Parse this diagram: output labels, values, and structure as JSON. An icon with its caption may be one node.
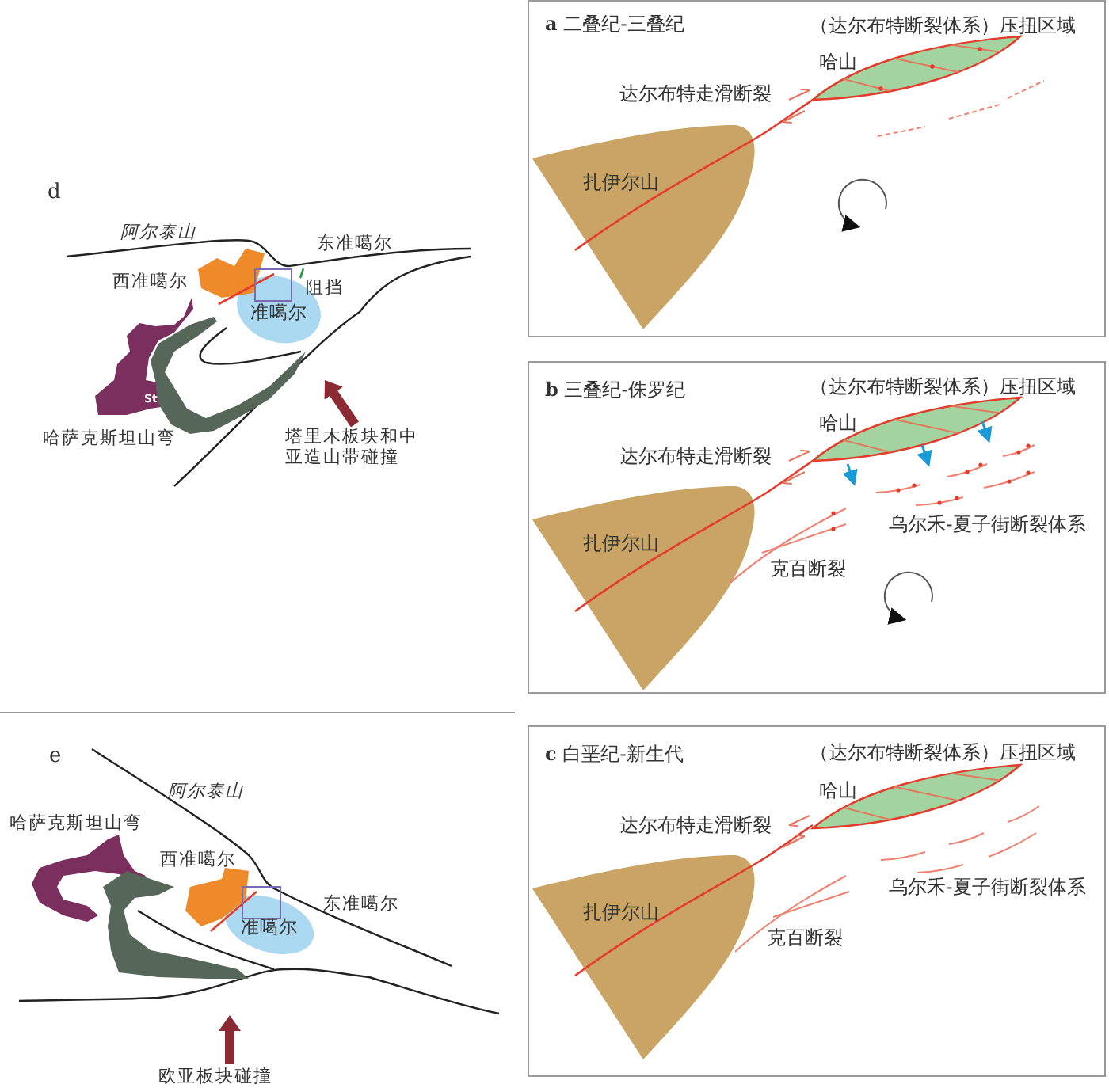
{
  "diagram": {
    "nodes": [
      {
        "text": [
          "**a** 二叠纪-三叠纪"
        ]
      },
      {
        "text": [
          "扎伊尔山"
        ],
        "in": 0
      },
      {
        "text": [
          "哈山"
        ],
        "in": 0
      },
      {
        "text": [
          "**b** 三叠纪-侏罗纪"
        ]
      },
      {
        "text": [
          "扎伊尔山"
        ],
        "in": 3
      },
      {
        "text": [
          "哈山"
        ],
        "in": 3
      },
      {
        "text": [
          "**c** 白垩纪-新生代"
        ]
      },
      {
        "text": [
          "扎伊尔山"
        ],
        "in": 6
      },
      {
        "text": [
          "哈山"
        ],
        "in": 6
      },
      {
        "text": [
          "准噶尔"
        ]
      },
      {
        "text": [
          "准噶尔"
        ]
      }
    ],
    "labels": [
      "（达尔布特断裂体系）压扭区域",
      "达尔布特走滑断裂",
      "（达尔布特断裂体系）压扭区域",
      "达尔布特走滑断裂",
      "乌尔禾-夏子街断裂体系",
      "克百断裂",
      "（达尔布特断裂体系）压扭区域",
      "达尔布特走滑断裂",
      "乌尔禾-夏子街断裂体系",
      "克百断裂",
      "d",
      "阿尔泰山",
      "东准噶尔",
      "西准噶尔",
      "阻挡",
      "St",
      "哈萨克斯坦山弯",
      "塔里木板块和中亚造山带碰撞",
      "e",
      "阿尔泰山",
      "哈萨克斯坦山弯",
      "西准噶尔",
      "东准噶尔",
      "欧亚板块碰撞"
    ]
  }
}
